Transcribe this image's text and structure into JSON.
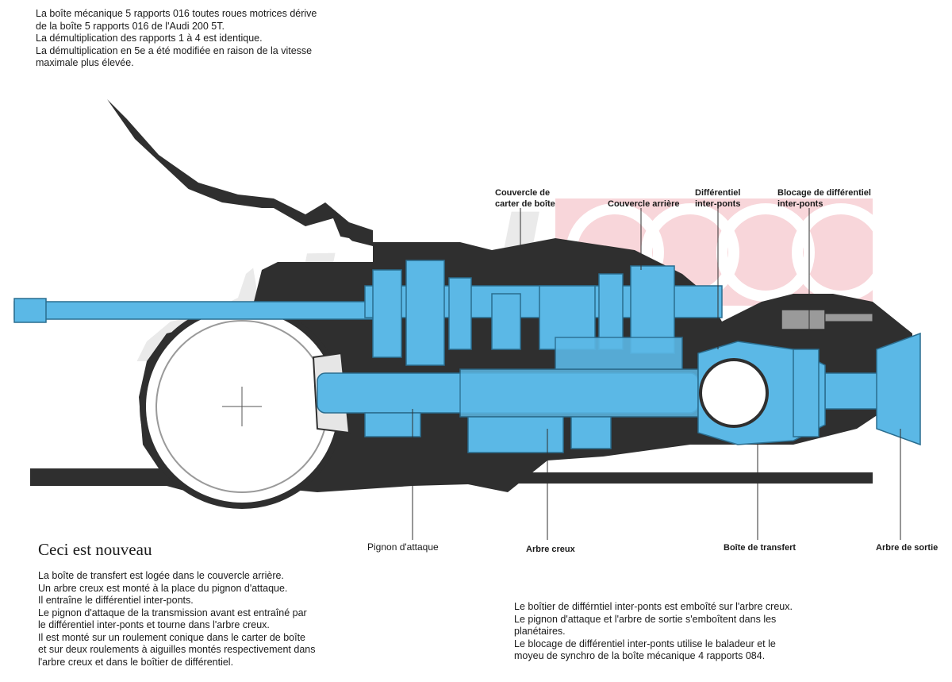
{
  "intro": {
    "lines": [
      "La boîte mécanique 5 rapports 016 toutes roues motrices dérive",
      "de la boîte 5 rapports 016 de l'Audi 200 5T.",
      "La démultiplication des rapports 1 à 4 est identique.",
      "La démultiplication en 5e a été modifiée en raison de la vitesse",
      "maximale plus élevée."
    ]
  },
  "diagram": {
    "watermark": "Audi",
    "colors": {
      "housing": "#2f2f2f",
      "component": "#5bb8e6",
      "component_dark": "#2a6d8f",
      "watermark_red": "#f3b6bc"
    },
    "labels": {
      "couvercle_carter_l1": "Couvercle de",
      "couvercle_carter_l2": "carter de boîte",
      "couvercle_arriere": "Couvercle arrière",
      "differentiel_l1": "Différentiel",
      "differentiel_l2": "inter-ponts",
      "blocage_l1": "Blocage de différentiel",
      "blocage_l2": "inter-ponts",
      "pignon_attaque": "Pignon d'attaque",
      "arbre_creux": "Arbre creux",
      "boite_transfert": "Boîte de transfert",
      "arbre_sortie": "Arbre de sortie"
    }
  },
  "section": {
    "heading": "Ceci est nouveau",
    "left_lines": [
      "La boîte de transfert est logée dans le couvercle arrière.",
      "Un arbre creux est monté à la place du pignon d'attaque.",
      "Il entraîne le différentiel inter-ponts.",
      "Le pignon d'attaque de la transmission avant est entraîné par",
      "le différentiel inter-ponts et tourne dans l'arbre creux.",
      "Il est monté sur un roulement conique dans le carter de boîte",
      "et sur deux roulements à aiguilles montés respectivement dans",
      "l'arbre creux et dans le boîtier de différentiel."
    ],
    "right_lines": [
      "Le boîtier de différntiel inter-ponts est emboîté sur l'arbre creux.",
      "Le pignon d'attaque et l'arbre de sortie s'emboîtent dans les",
      "planétaires.",
      "Le blocage de différentiel inter-ponts utilise le baladeur et le",
      "moyeu de synchro de la boîte mécanique 4 rapports 084."
    ]
  }
}
